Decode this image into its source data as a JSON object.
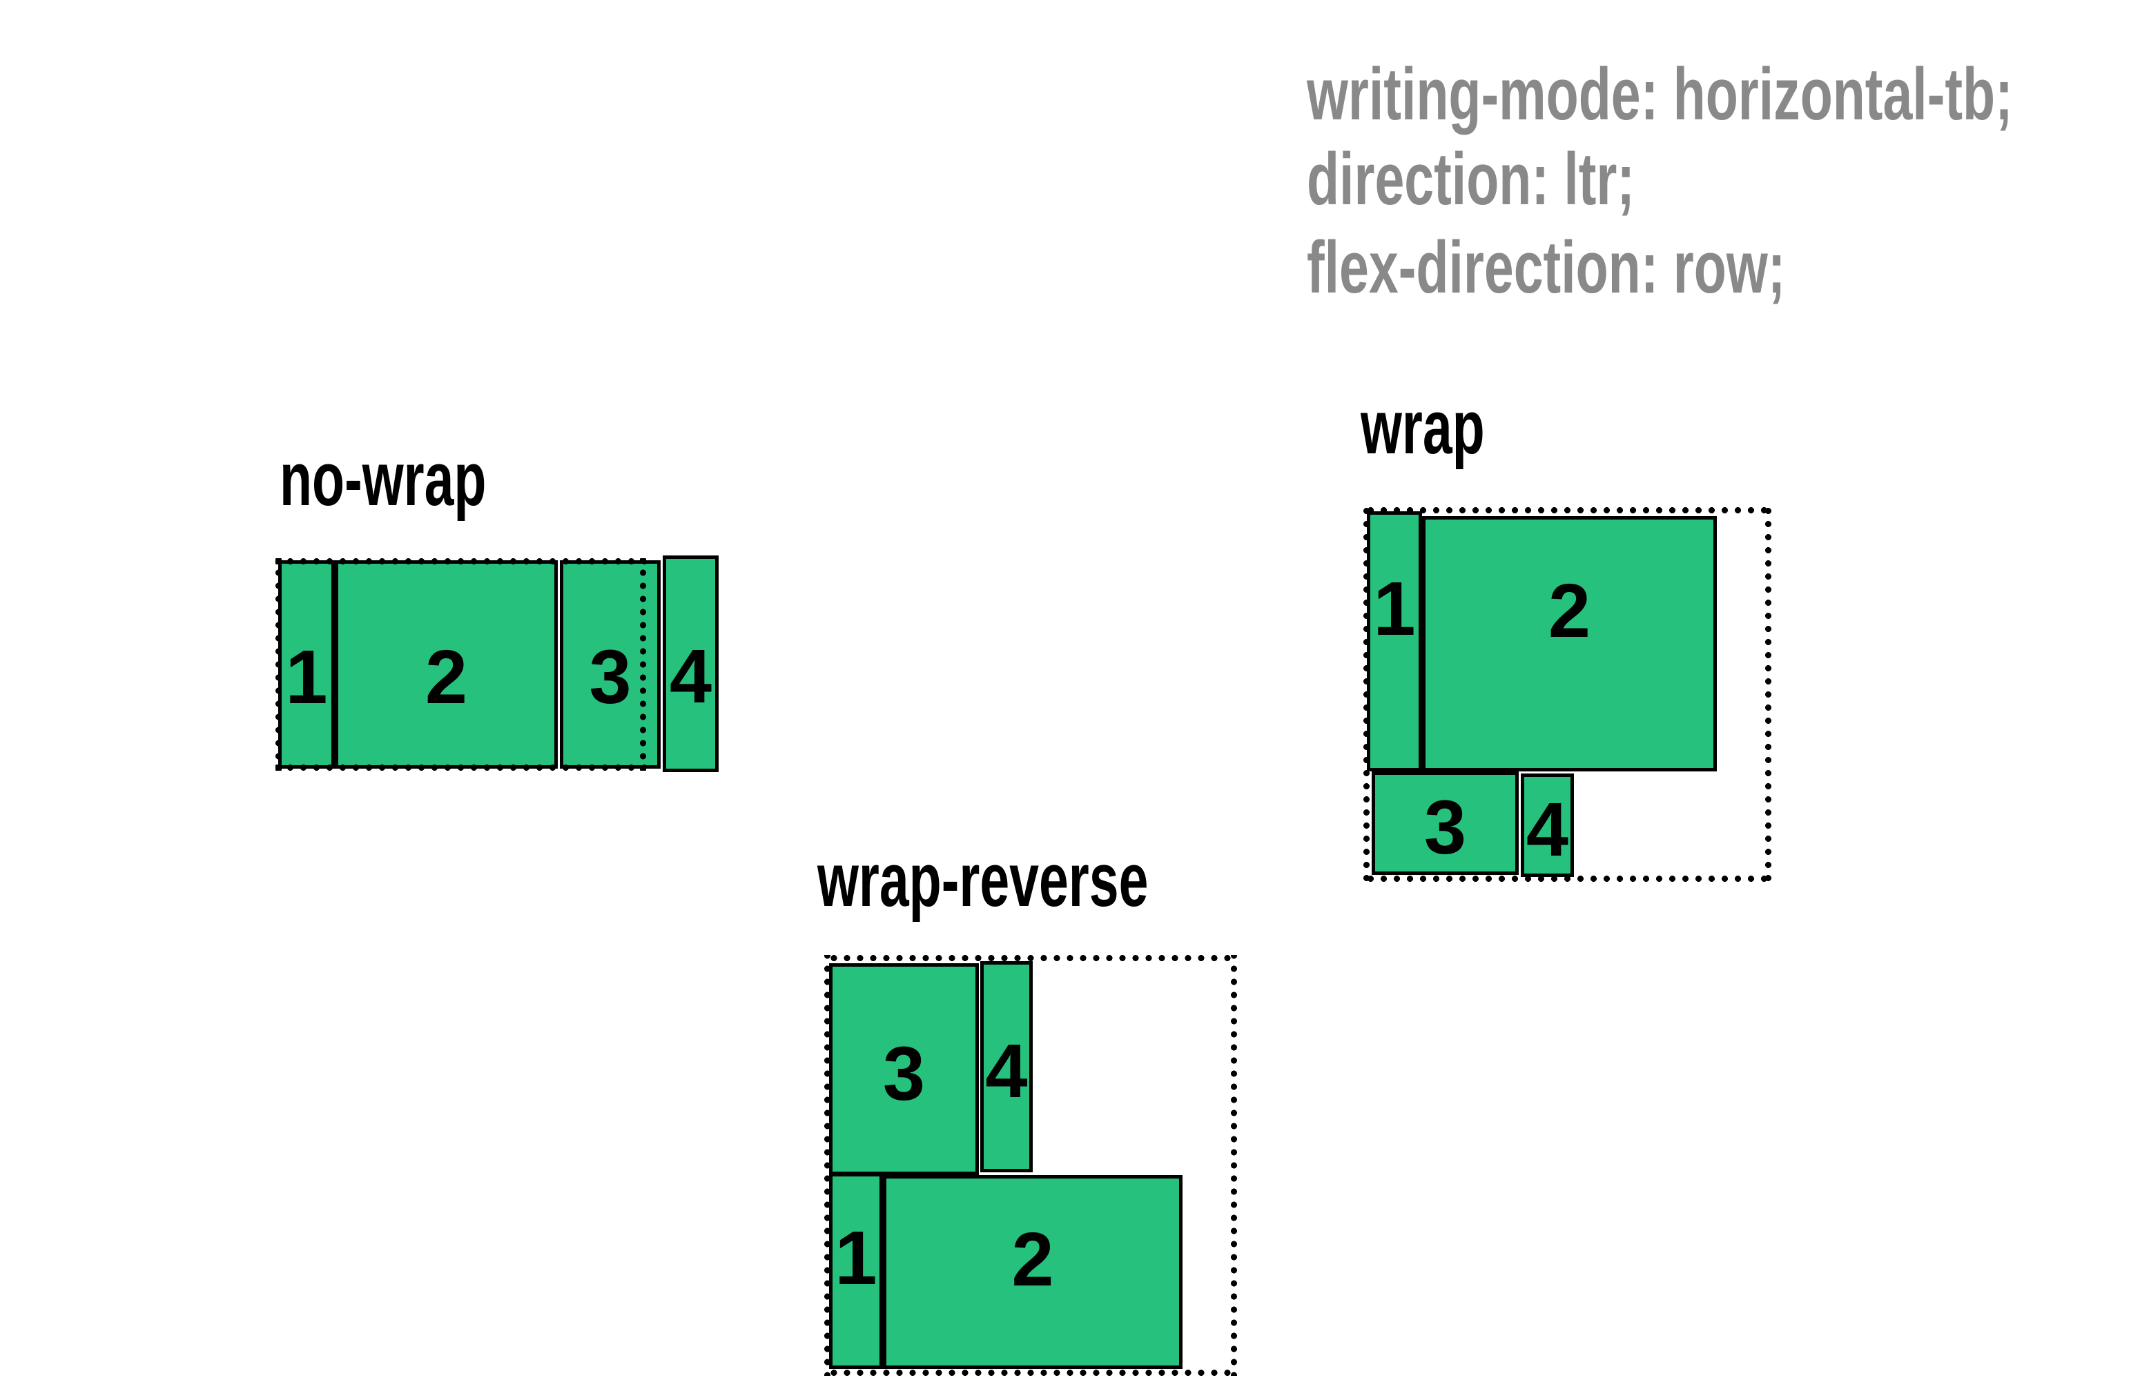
{
  "figure": {
    "note": {
      "lines": [
        "writing-mode: horizontal-tb;",
        "direction: ltr;",
        "flex-direction: row;"
      ]
    },
    "diagrams": [
      {
        "title": "no-wrap",
        "items": [
          "1",
          "2",
          "3",
          "4"
        ]
      },
      {
        "title": "wrap",
        "items": [
          "1",
          "2",
          "3",
          "4"
        ]
      },
      {
        "title": "wrap-reverse",
        "items": [
          "1",
          "2",
          "3",
          "4"
        ]
      }
    ],
    "colors": {
      "item_green": "#26c17c",
      "outline_black": "#000000",
      "note_gray": "#898989"
    }
  }
}
